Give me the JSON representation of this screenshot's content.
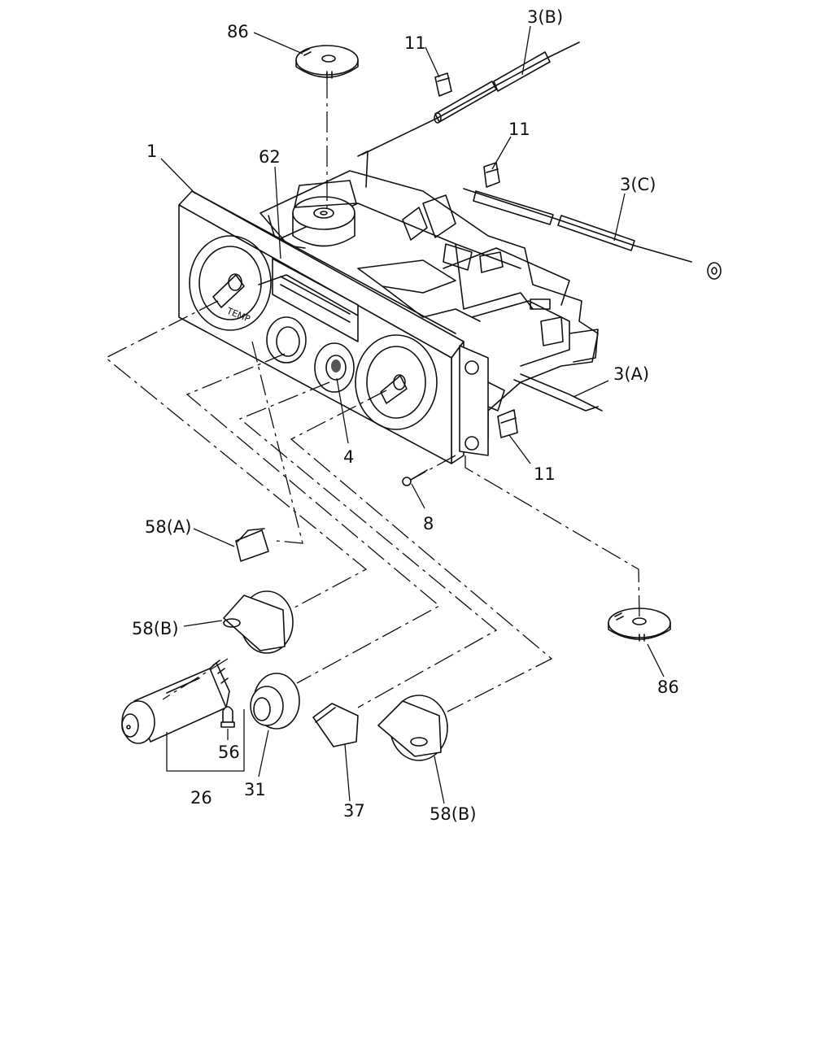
{
  "callouts": {
    "c86_top": "86",
    "c11_top": "11",
    "c3B": "3(B)",
    "c1": "1",
    "c62": "62",
    "c11_mid": "11",
    "c3C": "3(C)",
    "c3A": "3(A)",
    "c4": "4",
    "c11_low": "11",
    "c8": "8",
    "c58A": "58(A)",
    "c58B_left": "58(B)",
    "c86_right": "86",
    "c26": "26",
    "c56": "56",
    "c31": "31",
    "c37": "37",
    "c58B_right": "58(B)"
  },
  "panel_text": {
    "temp_label": "TEMP"
  }
}
